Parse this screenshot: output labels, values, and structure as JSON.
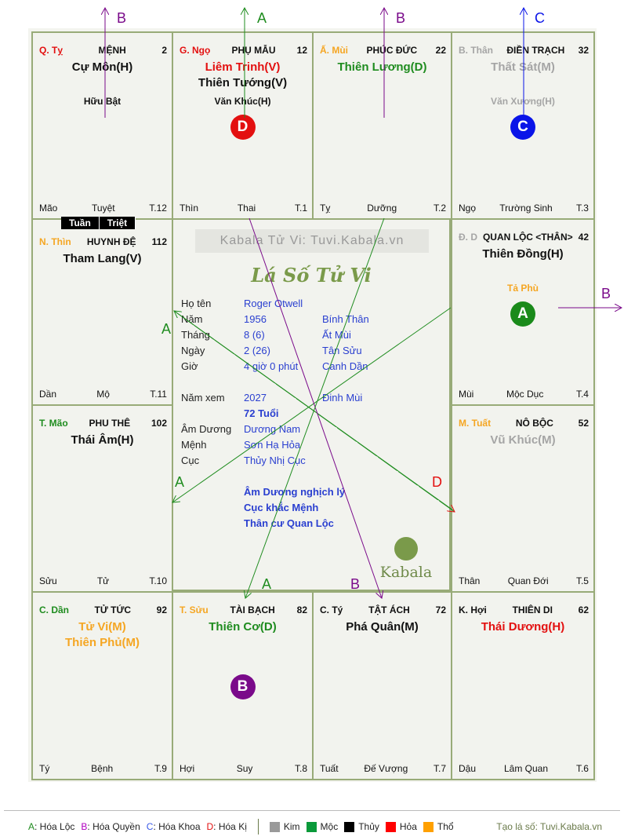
{
  "colors": {
    "red": "#e31010",
    "green": "#1f8c1f",
    "orange": "#f5a623",
    "gray": "#a5a5a5",
    "black": "#111111",
    "blue": "#0a14e8",
    "purple": "#7a0a8a"
  },
  "palaces": [
    {
      "id": "menh",
      "branch": "Q. Tỵ",
      "branch_color": "#e31010",
      "name": "MỆNH",
      "number": "2",
      "main": [
        {
          "text": "Cự Môn(H)",
          "color": "#111111"
        }
      ],
      "minor": {
        "text": "Hữu Bật",
        "color": "#111111"
      },
      "foot": [
        "Mão",
        "Tuyệt",
        "T.12"
      ]
    },
    {
      "id": "phu-mau",
      "branch": "G. Ngọ",
      "branch_color": "#e31010",
      "name": "PHỤ MẪU",
      "number": "12",
      "main": [
        {
          "text": "Liêm Trinh(V)",
          "color": "#e31010"
        },
        {
          "text": "Thiên Tướng(V)",
          "color": "#111111"
        }
      ],
      "minor": {
        "text": "Văn Khúc(H)",
        "color": "#111111"
      },
      "foot": [
        "Thìn",
        "Thai",
        "T.1"
      ],
      "badge": {
        "letter": "D",
        "color": "#e31010"
      }
    },
    {
      "id": "phuc-duc",
      "branch": "Ấ. Mùi",
      "branch_color": "#f5a623",
      "name": "PHÚC ĐỨC",
      "number": "22",
      "main": [
        {
          "text": "Thiên Lương(D)",
          "color": "#1f8c1f"
        }
      ],
      "foot": [
        "Tỵ",
        "Dưỡng",
        "T.2"
      ]
    },
    {
      "id": "dien-trach",
      "branch": "B. Thân",
      "branch_color": "#a5a5a5",
      "name": "ĐIỀN TRẠCH",
      "number": "32",
      "main": [
        {
          "text": "Thất Sát(M)",
          "color": "#a5a5a5"
        }
      ],
      "minor": {
        "text": "Văn Xương(H)",
        "color": "#a5a5a5"
      },
      "foot": [
        "Ngọ",
        "Trường Sinh",
        "T.3"
      ],
      "badge": {
        "letter": "C",
        "color": "#0a14e8"
      }
    },
    {
      "id": "huynh-de",
      "branch": "N. Thìn",
      "branch_color": "#f5a623",
      "name": "HUYNH ĐỆ",
      "number": "112",
      "main": [
        {
          "text": "Tham Lang(V)",
          "color": "#111111"
        }
      ],
      "foot": [
        "Dần",
        "Mộ",
        "T.11"
      ]
    },
    {
      "id": "quan-loc",
      "branch": "Đ. D",
      "branch_color": "#a5a5a5",
      "name": "QUAN LỘC <THÂN>",
      "number": "42",
      "main": [
        {
          "text": "Thiên Đồng(H)",
          "color": "#111111"
        }
      ],
      "minor": {
        "text": "Tả Phù",
        "color": "#f5a623"
      },
      "foot": [
        "Mùi",
        "Mộc Dục",
        "T.4"
      ],
      "badge": {
        "letter": "A",
        "color": "#1a8a1a"
      }
    },
    {
      "id": "phu-the",
      "branch": "T. Mão",
      "branch_color": "#1f8c1f",
      "name": "PHU THÊ",
      "number": "102",
      "main": [
        {
          "text": "Thái Âm(H)",
          "color": "#111111"
        }
      ],
      "foot": [
        "Sửu",
        "Tử",
        "T.10"
      ]
    },
    {
      "id": "no-boc",
      "branch": "M. Tuất",
      "branch_color": "#f5a623",
      "name": "NÔ BỘC",
      "number": "52",
      "main": [
        {
          "text": "Vũ Khúc(M)",
          "color": "#a5a5a5"
        }
      ],
      "foot": [
        "Thân",
        "Quan Đới",
        "T.5"
      ]
    },
    {
      "id": "tu-tuc",
      "branch": "C. Dần",
      "branch_color": "#1f8c1f",
      "name": "TỬ TỨC",
      "number": "92",
      "main": [
        {
          "text": "Tử Vi(M)",
          "color": "#f5a623"
        },
        {
          "text": "Thiên Phủ(M)",
          "color": "#f5a623"
        }
      ],
      "foot": [
        "Tý",
        "Bệnh",
        "T.9"
      ]
    },
    {
      "id": "tai-bach",
      "branch": "T. Sửu",
      "branch_color": "#f5a623",
      "name": "TÀI BẠCH",
      "number": "82",
      "main": [
        {
          "text": "Thiên Cơ(D)",
          "color": "#1f8c1f"
        }
      ],
      "foot": [
        "Hợi",
        "Suy",
        "T.8"
      ],
      "badge": {
        "letter": "B",
        "color": "#7a0a8a"
      }
    },
    {
      "id": "tat-ach",
      "branch": "C. Tý",
      "branch_color": "#111111",
      "name": "TẬT ÁCH",
      "number": "72",
      "main": [
        {
          "text": "Phá Quân(M)",
          "color": "#111111"
        }
      ],
      "foot": [
        "Tuất",
        "Đế Vượng",
        "T.7"
      ]
    },
    {
      "id": "thien-di",
      "branch": "K. Hợi",
      "branch_color": "#111111",
      "name": "THIÊN DI",
      "number": "62",
      "main": [
        {
          "text": "Thái Dương(H)",
          "color": "#e31010"
        }
      ],
      "foot": [
        "Dậu",
        "Lâm Quan",
        "T.6"
      ]
    }
  ],
  "tuan_triet": [
    "Tuần",
    "Triệt"
  ],
  "center": {
    "title": "Kabala Tử Vi: Tuvi.Kabala.vn",
    "script_title": "Lá Số Tử Vi",
    "info": [
      {
        "label": "Họ tên",
        "value": "Roger Otwell",
        "can_chi": ""
      },
      {
        "label": "Năm",
        "value": "1956",
        "can_chi": "Bính Thân"
      },
      {
        "label": "Tháng",
        "value": "8  (6)",
        "can_chi": "Ất Mùi"
      },
      {
        "label": "Ngày",
        "value": "2  (26)",
        "can_chi": "Tân Sửu"
      },
      {
        "label": "Giờ",
        "value": "4 giờ 0 phút",
        "can_chi": "Canh Dần"
      },
      {
        "label": "Năm xem",
        "value": "2027",
        "can_chi": "Đinh Mùi"
      },
      {
        "label": "",
        "value": "72 Tuổi",
        "can_chi": ""
      },
      {
        "label": "Âm Dương",
        "value": "Dương Nam",
        "can_chi": ""
      },
      {
        "label": "Mệnh",
        "value": "Sơn Hạ Hỏa",
        "can_chi": ""
      },
      {
        "label": "Cục",
        "value": "Thủy Nhị Cục",
        "can_chi": ""
      }
    ],
    "notes": [
      "Âm Dương nghịch lý",
      "Cục khắc Mệnh",
      "Thân cư Quan Lộc"
    ],
    "brand": "Kabala"
  },
  "arrow_labels": {
    "a": "A",
    "b": "B",
    "c": "C",
    "d": "D"
  },
  "legend": {
    "transforms": [
      {
        "key": "A",
        "label": ": Hóa Lộc",
        "color": "#1f8c1f"
      },
      {
        "key": "B",
        "label": ": Hóa Quyền",
        "color": "#b000c0"
      },
      {
        "key": "C",
        "label": ": Hóa Khoa",
        "color": "#3a5ae8"
      },
      {
        "key": "D",
        "label": ": Hóa Kị",
        "color": "#e31010"
      }
    ],
    "elements": [
      {
        "label": "Kim",
        "color": "#9a9a9a"
      },
      {
        "label": "Mộc",
        "color": "#0a9a3a"
      },
      {
        "label": "Thủy",
        "color": "#000000"
      },
      {
        "label": "Hỏa",
        "color": "#ff0000"
      },
      {
        "label": "Thổ",
        "color": "#ffa000"
      }
    ],
    "credit": "Tạo lá số: Tuvi.Kabala.vn"
  }
}
